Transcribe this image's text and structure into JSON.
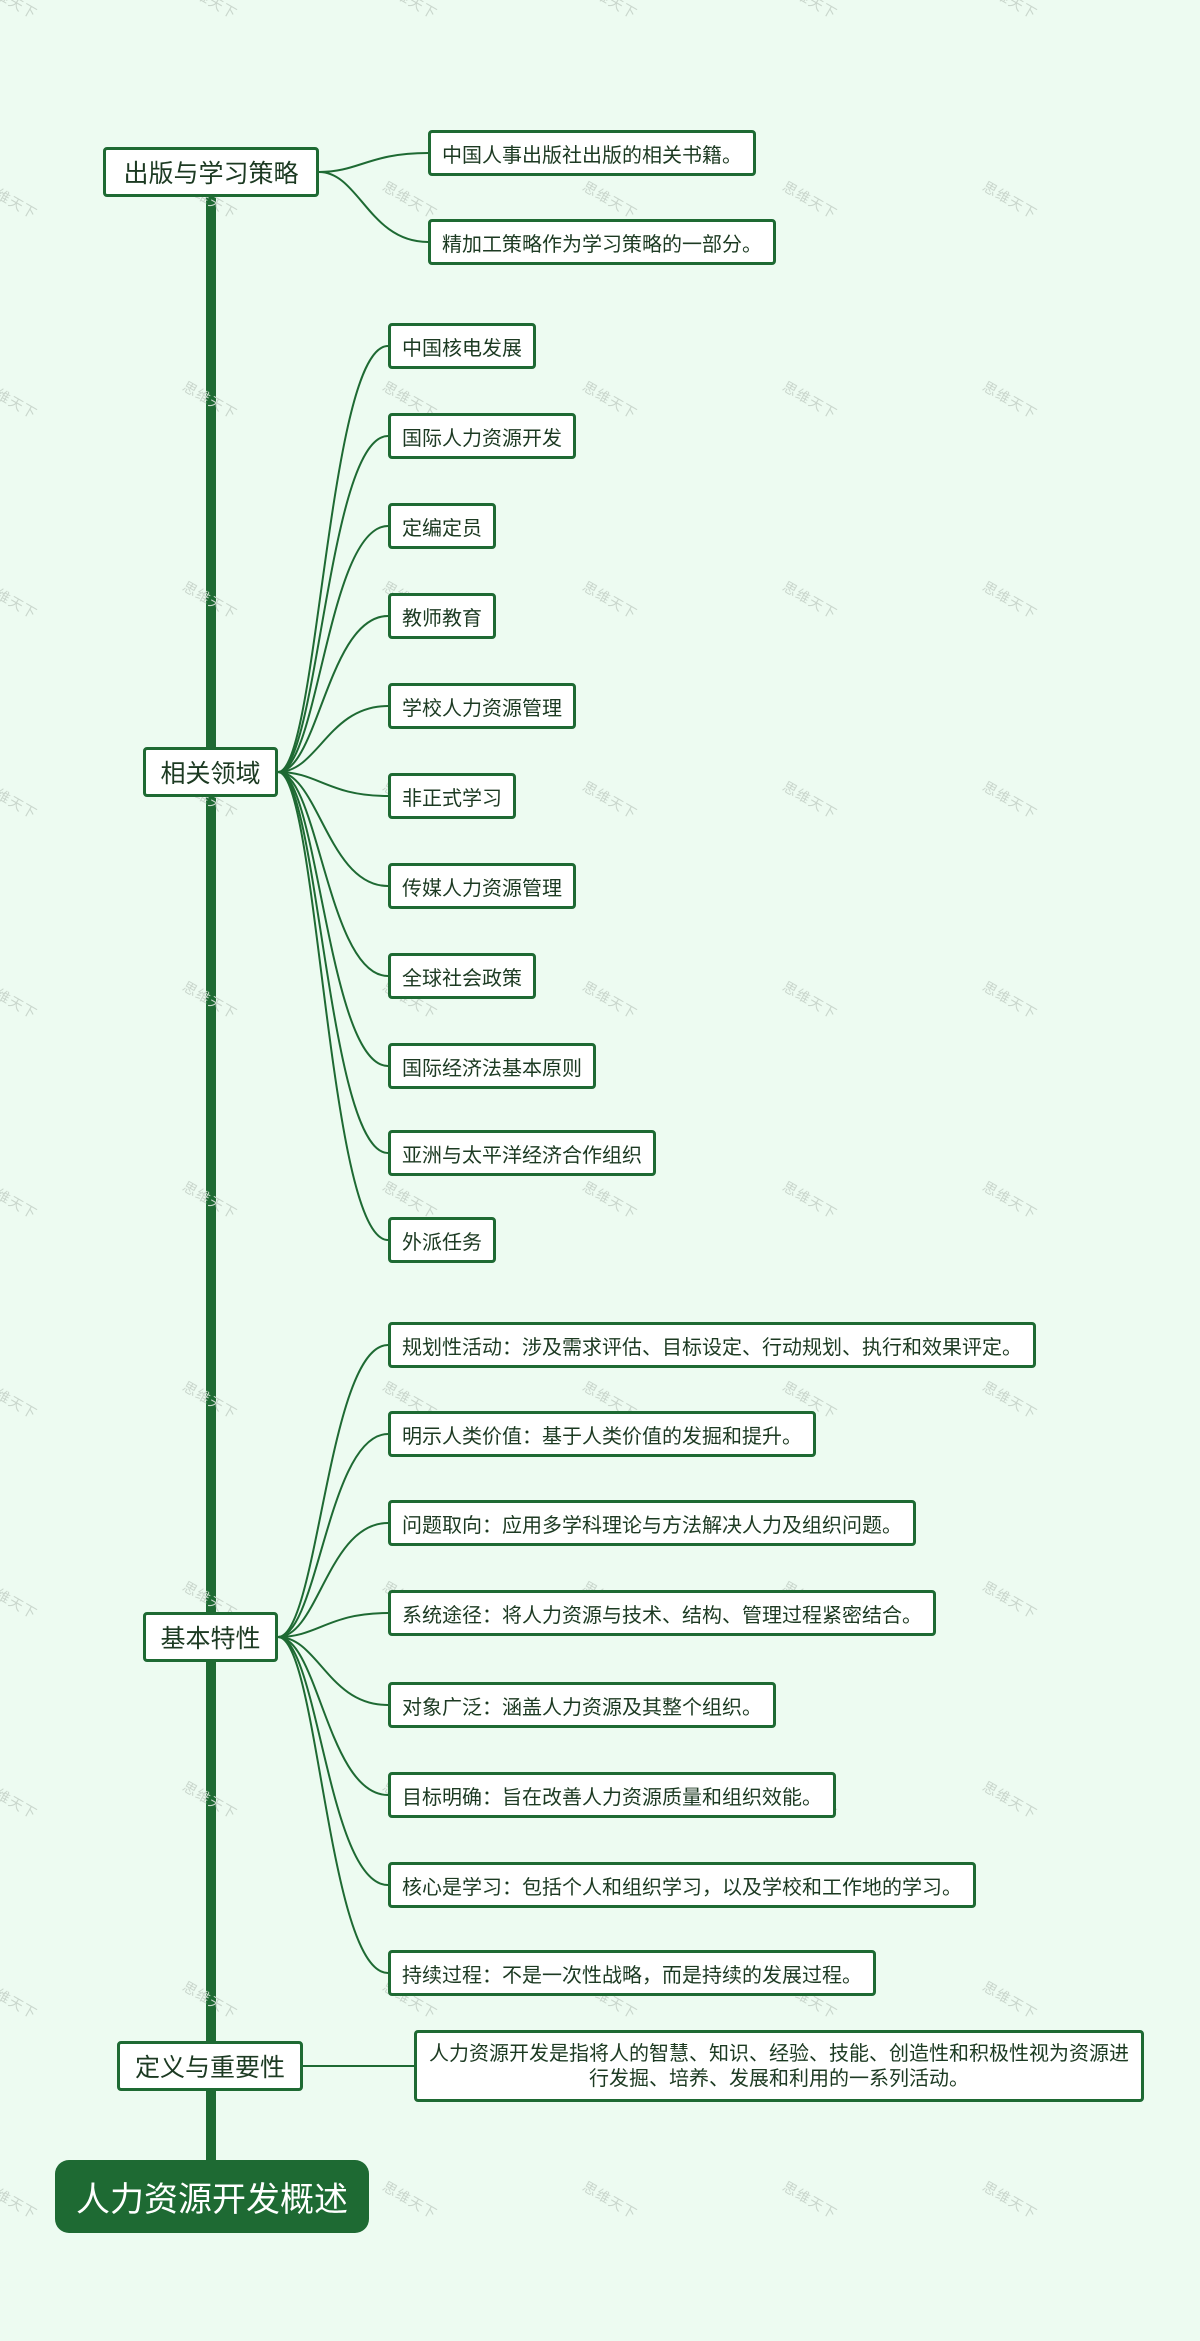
{
  "colors": {
    "background": "#edfbf1",
    "accent": "#1e6a33",
    "node_fill": "#ffffff"
  },
  "watermark": "思维天下",
  "root": {
    "label": "人力资源开发概述"
  },
  "branches": [
    {
      "label": "出版与学习策略",
      "children": [
        "中国人事出版社出版的相关书籍。",
        "精加工策略作为学习策略的一部分。"
      ]
    },
    {
      "label": "相关领域",
      "children": [
        "中国核电发展",
        "国际人力资源开发",
        "定编定员",
        "教师教育",
        "学校人力资源管理",
        "非正式学习",
        "传媒人力资源管理",
        "全球社会政策",
        "国际经济法基本原则",
        "亚洲与太平洋经济合作组织",
        "外派任务"
      ]
    },
    {
      "label": "基本特性",
      "children": [
        "规划性活动：涉及需求评估、目标设定、行动规划、执行和效果评定。",
        "明示人类价值：基于人类价值的发掘和提升。",
        "问题取向：应用多学科理论与方法解决人力及组织问题。",
        "系统途径：将人力资源与技术、结构、管理过程紧密结合。",
        "对象广泛：涵盖人力资源及其整个组织。",
        "目标明确：旨在改善人力资源质量和组织效能。",
        "核心是学习：包括个人和组织学习，以及学校和工作地的学习。",
        "持续过程：不是一次性战略，而是持续的发展过程。"
      ]
    },
    {
      "label": "定义与重要性",
      "children": [
        "人力资源开发是指将人的智慧、知识、经验、技能、创造性和积极性视为资源进行发掘、培养、发展和利用的一系列活动。"
      ]
    }
  ]
}
